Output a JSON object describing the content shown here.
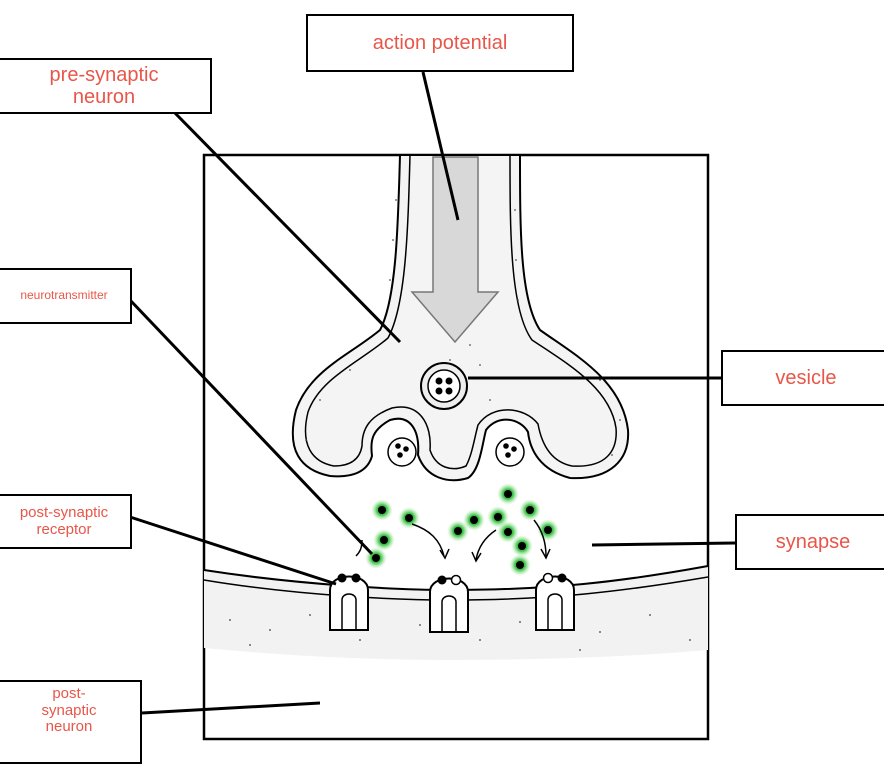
{
  "labels": {
    "action_potential": "action potential",
    "pre_synaptic_neuron": "pre-synaptic\nneuron",
    "neurotransmitter": "neurotransmitter",
    "vesicle": "vesicle",
    "post_synaptic_receptor": "post-synaptic\nreceptor",
    "synapse": "synapse",
    "post_synaptic_neuron": "post-\nsynaptic\nneuron"
  },
  "colors": {
    "label_text": "#e8564a",
    "neurotransmitter": "#1f9e2e",
    "neurotransmitter_glow": "#8ee08a",
    "arrow_fill": "#d8d8d8",
    "outline": "#000000"
  }
}
